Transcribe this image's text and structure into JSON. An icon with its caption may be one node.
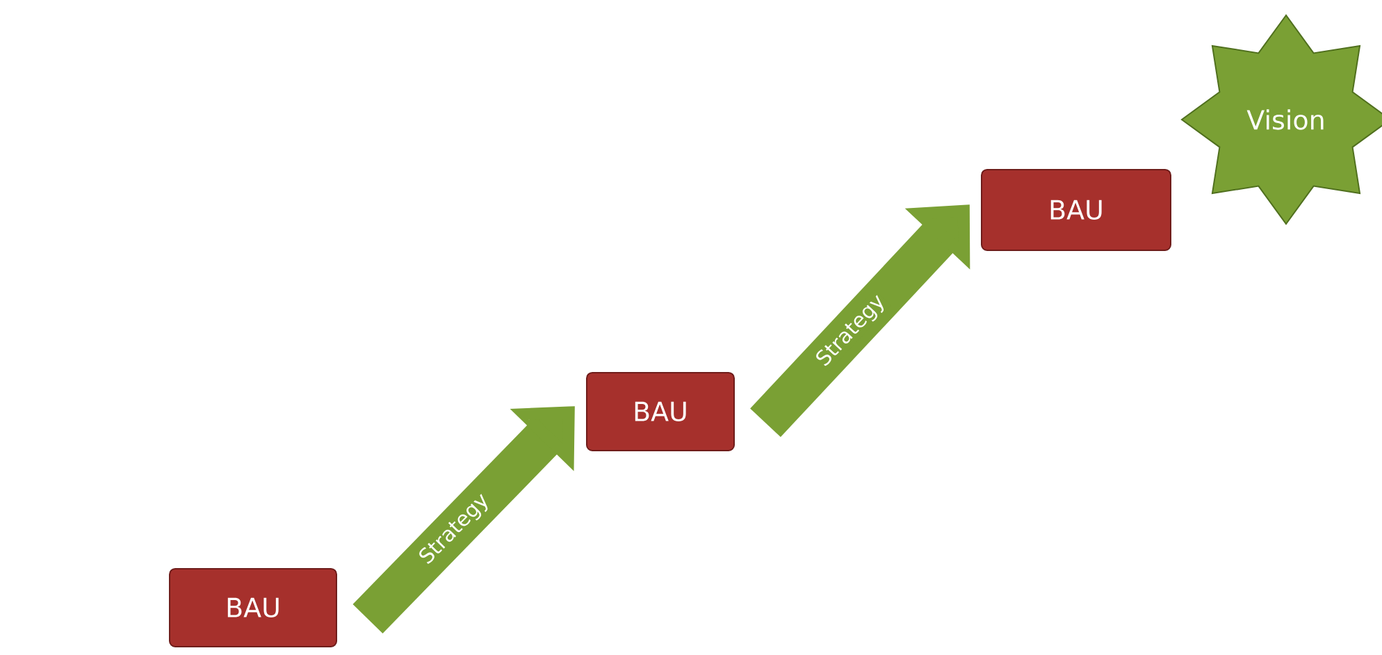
{
  "diagram": {
    "nodes": [
      {
        "text": [
          "BAU"
        ]
      },
      {
        "text": [
          "BAU"
        ]
      },
      {
        "text": [
          "BAU"
        ]
      },
      {
        "text": [
          "Vision"
        ]
      }
    ],
    "edges": [
      {
        "from": 0,
        "to": 1,
        "arrow": "to",
        "label": "Strategy"
      },
      {
        "from": 1,
        "to": 2,
        "arrow": "to",
        "label": "Strategy"
      }
    ]
  }
}
